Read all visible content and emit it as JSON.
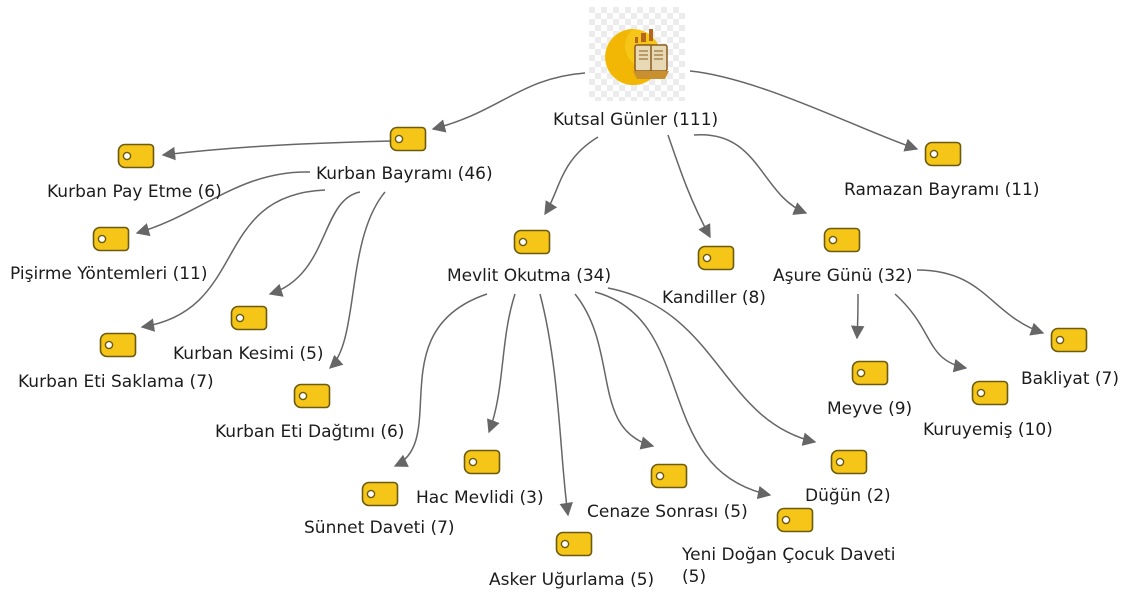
{
  "colors": {
    "tag_fill": "#f5c518",
    "tag_stroke": "#6b5a10",
    "edge": "#666666",
    "text": "#1c1c1c",
    "moon": "#f5c518",
    "book": "#c8902e"
  },
  "icons": {
    "root": "crescent-moon-book-icon",
    "topic": "tag-icon"
  },
  "root": {
    "label": "Kutsal Günler (111)"
  },
  "nodes": {
    "kurban_bayrami": {
      "label": "Kurban Bayramı (46)"
    },
    "kurban_pay_etme": {
      "label": "Kurban Pay Etme (6)"
    },
    "pisirme_yontemleri": {
      "label": "Pişirme Yöntemleri (11)"
    },
    "kurban_eti_saklama": {
      "label": "Kurban Eti Saklama (7)"
    },
    "kurban_kesimi": {
      "label": "Kurban Kesimi (5)"
    },
    "kurban_eti_dagitimi": {
      "label": "Kurban Eti Dağtımı (6)"
    },
    "mevlit_okutma": {
      "label": "Mevlit Okutma (34)"
    },
    "sunnet_daveti": {
      "label": "Sünnet Daveti (7)"
    },
    "hac_mevlidi": {
      "label": "Hac Mevlidi (3)"
    },
    "asker_ugurlama": {
      "label": "Asker Uğurlama (5)"
    },
    "cenaze_sonrasi": {
      "label": "Cenaze Sonrası (5)"
    },
    "yeni_dogan": {
      "label": "Yeni Doğan Çocuk Daveti (5)"
    },
    "dugun": {
      "label": "Düğün (2)"
    },
    "kandiller": {
      "label": "Kandiller (8)"
    },
    "asure_gunu": {
      "label": "Aşure Günü (32)"
    },
    "meyve": {
      "label": "Meyve (9)"
    },
    "kuruyemis": {
      "label": "Kuruyemiş (10)"
    },
    "bakliyat": {
      "label": "Bakliyat (7)"
    },
    "ramazan_bayrami": {
      "label": "Ramazan Bayramı (11)"
    }
  }
}
